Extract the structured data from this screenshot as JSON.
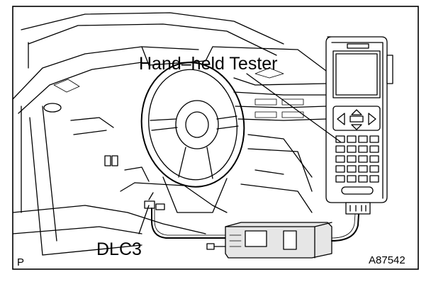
{
  "labels": {
    "tester": "Hand–held Tester",
    "connector": "DLC3",
    "corner_mark": "P",
    "figure_code": "A87542"
  },
  "icons": {
    "tester": "handheld-tester-icon",
    "interface": "interface-module-icon",
    "steering": "steering-wheel-icon"
  }
}
